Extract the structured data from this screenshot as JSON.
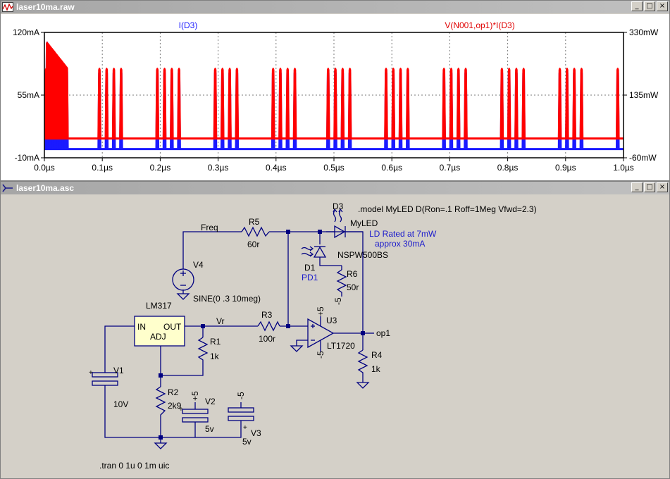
{
  "waveform_window": {
    "title": "laser10ma.raw",
    "buttons": {
      "minimize": "_",
      "maximize": "□",
      "close": "×"
    },
    "trace1_label": "I(D3)",
    "trace2_label": "V(N001,op1)*I(D3)",
    "left_axis_ticks": [
      "120mA",
      "55mA",
      "-10mA"
    ],
    "right_axis_ticks": [
      "330mW",
      "135mW",
      "-60mW"
    ],
    "x_axis_ticks": [
      "0.0µs",
      "0.1µs",
      "0.2µs",
      "0.3µs",
      "0.4µs",
      "0.5µs",
      "0.6µs",
      "0.7µs",
      "0.8µs",
      "0.9µs",
      "1.0µs"
    ],
    "colors": {
      "trace1": "#1a1aff",
      "trace2": "#ff0000",
      "grid": "#7a7a7a"
    }
  },
  "chart_data": {
    "type": "line",
    "x_unit": "µs",
    "xlim": [
      0.0,
      1.0
    ],
    "ylim_left": [
      -10,
      120
    ],
    "ylim_right": [
      -60,
      330
    ],
    "y_left_unit": "mA",
    "y_right_unit": "mW",
    "grid": true,
    "burst_starts": [
      0.095,
      0.195,
      0.295,
      0.395,
      0.49,
      0.59,
      0.69,
      0.79,
      0.89,
      0.99
    ],
    "pulses_per_burst": 4,
    "pulse_period": 0.0125,
    "series": [
      {
        "name": "I(D3)",
        "axis": "left",
        "baseline": -1,
        "steady_peak": 80,
        "initial_peak": 112
      },
      {
        "name": "V(N001,op1)*I(D3)",
        "axis": "right",
        "baseline": 0,
        "steady_peak": 220,
        "initial_peak": 305
      }
    ]
  },
  "schematic_window": {
    "title": "laser10ma.asc",
    "buttons": {
      "minimize": "_",
      "maximize": "□",
      "close": "×"
    },
    "model_directive": ".model MyLED D(Ron=.1 Roff=1Meg Vfwd=2.3)",
    "tran_directive": ".tran 0 1u 0 1m uic",
    "comment_line1": "LD Rated at 7mW",
    "comment_line2": "approx 30mA",
    "net_freq": "Freq",
    "net_vr": "Vr",
    "net_op1": "op1",
    "components": {
      "D3": {
        "name": "D3",
        "value": "MyLED"
      },
      "D1": {
        "name": "D1",
        "value": "PD1",
        "part": "NSPW500BS"
      },
      "R5": {
        "name": "R5",
        "value": "60r"
      },
      "R6": {
        "name": "R6",
        "value": "50r"
      },
      "R3": {
        "name": "R3",
        "value": "100r"
      },
      "R1": {
        "name": "R1",
        "value": "1k"
      },
      "R2": {
        "name": "R2",
        "value": "2k9"
      },
      "R4": {
        "name": "R4",
        "value": "1k"
      },
      "V4": {
        "name": "V4",
        "value": "SINE(0 .3 10meg)"
      },
      "V1": {
        "name": "V1",
        "value": "10V"
      },
      "V2": {
        "name": "V2",
        "value": "5v"
      },
      "V3": {
        "name": "V3",
        "value": "5v"
      },
      "U3": {
        "name": "U3",
        "value": "LT1720",
        "supply_pos": "+5",
        "supply_neg": "-5"
      },
      "LM317": {
        "name": "LM317",
        "pin_in": "IN",
        "pin_out": "OUT",
        "pin_adj": "ADJ"
      }
    },
    "supply_labels": {
      "r6_ref": "-5",
      "v2_top": "+5",
      "v3_top": "-5"
    }
  }
}
